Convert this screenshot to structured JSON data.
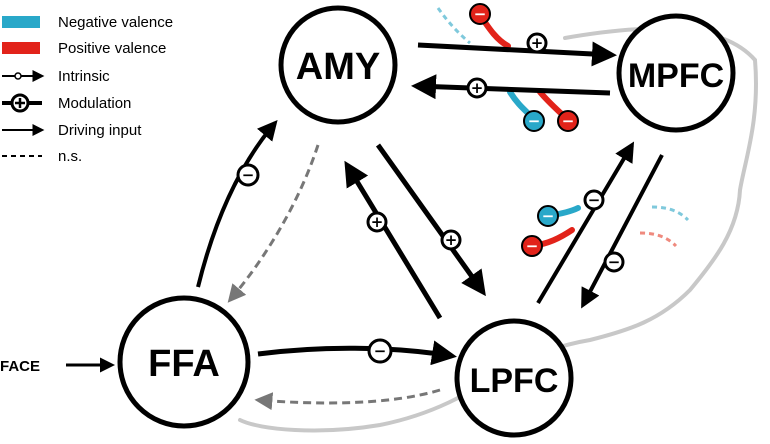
{
  "legend": {
    "negative_valence": "Negative valence",
    "positive_valence": "Positive valence",
    "intrinsic": "Intrinsic",
    "modulation": "Modulation",
    "driving_input": "Driving input",
    "not_significant": "n.s."
  },
  "nodes": {
    "amy": "AMY",
    "mpfc": "MPFC",
    "ffa": "FFA",
    "lpfc": "LPFC"
  },
  "input_label": "FACE",
  "colors": {
    "negative_valence": "#29a8c9",
    "positive_valence": "#e2231a",
    "edge": "#000000",
    "ns_edge": "#6e6e6e",
    "outline": "#c8c8c8"
  },
  "connections": [
    {
      "from": "AMY",
      "to": "MPFC",
      "modulation": "+",
      "significant": true
    },
    {
      "from": "MPFC",
      "to": "AMY",
      "modulation": "+",
      "significant": true
    },
    {
      "from": "FFA",
      "to": "AMY",
      "modulation": "−",
      "significant": true
    },
    {
      "from": "AMY",
      "to": "FFA",
      "significant": false
    },
    {
      "from": "AMY",
      "to": "LPFC",
      "modulation": "+",
      "significant": true
    },
    {
      "from": "LPFC",
      "to": "AMY",
      "modulation": "+",
      "significant": true
    },
    {
      "from": "LPFC",
      "to": "MPFC",
      "modulation": "−",
      "significant": true
    },
    {
      "from": "MPFC",
      "to": "LPFC",
      "modulation": "−",
      "significant": true
    },
    {
      "from": "FFA",
      "to": "LPFC",
      "modulation": "−",
      "significant": true
    },
    {
      "from": "LPFC",
      "to": "FFA",
      "significant": false
    }
  ],
  "valence_signs": {
    "positive": "+",
    "negative": "−"
  }
}
